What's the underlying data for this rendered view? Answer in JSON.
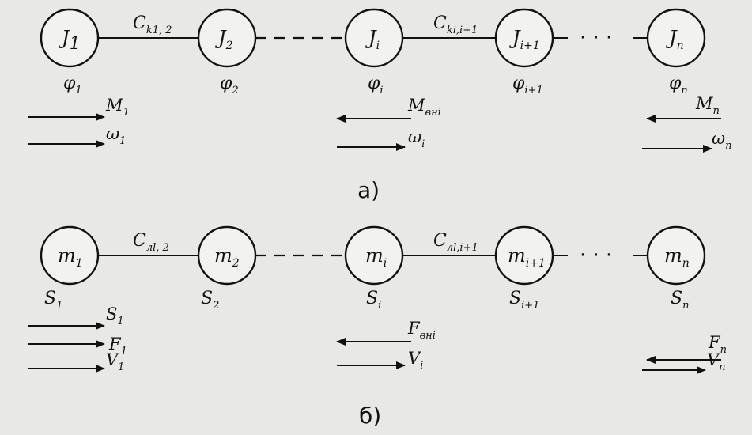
{
  "diagram_a": {
    "nodes": [
      "J1",
      "J2",
      "Ji",
      "Ji+1",
      "Jn"
    ],
    "node_labels": [
      "J",
      "J",
      "J",
      "J",
      "J"
    ],
    "node_subs": [
      "1",
      "2",
      "i",
      "i+1",
      "n"
    ],
    "links": [
      {
        "label": "C",
        "sub": "k1, 2"
      },
      {
        "label": "C",
        "sub": "ki,i+1"
      }
    ],
    "angles": [
      {
        "label": "φ",
        "sub": "1"
      },
      {
        "label": "φ",
        "sub": "2"
      },
      {
        "label": "φ",
        "sub": "i"
      },
      {
        "label": "φ",
        "sub": "i+1"
      },
      {
        "label": "φ",
        "sub": "n"
      }
    ],
    "left_arrows": [
      {
        "label": "M",
        "sub": "1"
      },
      {
        "label": "ω",
        "sub": "1"
      }
    ],
    "mid_arrows": [
      {
        "label": "M",
        "sub": "вні"
      },
      {
        "label": "ω",
        "sub": "i"
      }
    ],
    "right_arrows": [
      {
        "label": "M",
        "sub": "n"
      },
      {
        "label": "ω",
        "sub": "n"
      }
    ],
    "caption": "а)"
  },
  "diagram_b": {
    "node_labels": [
      "m",
      "m",
      "m",
      "m",
      "m"
    ],
    "node_subs": [
      "1",
      "2",
      "i",
      "i+1",
      "n"
    ],
    "links": [
      {
        "label": "C",
        "sub": "лl, 2"
      },
      {
        "label": "C",
        "sub": "лl,i+1"
      }
    ],
    "positions": [
      {
        "label": "S",
        "sub": "1"
      },
      {
        "label": "S",
        "sub": "2"
      },
      {
        "label": "S",
        "sub": "i"
      },
      {
        "label": "S",
        "sub": "i+1"
      },
      {
        "label": "S",
        "sub": "n"
      }
    ],
    "left_arrows": [
      {
        "label": "S",
        "sub": "1"
      },
      {
        "label": "F",
        "sub": "1"
      },
      {
        "label": "V",
        "sub": "1"
      }
    ],
    "mid_arrows": [
      {
        "label": "F",
        "sub": "вні"
      },
      {
        "label": "V",
        "sub": "i"
      }
    ],
    "right_arrows": [
      {
        "label": "F",
        "sub": "n"
      },
      {
        "label": "V",
        "sub": "n"
      }
    ],
    "caption": "б)"
  },
  "ellipsis": "· · ·"
}
